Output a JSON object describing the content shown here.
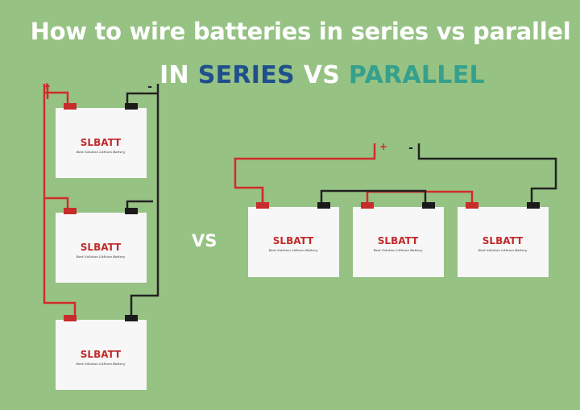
{
  "title": "How to wire batteries in series vs parallel",
  "subtitle": {
    "prefix": "IN",
    "series": "SERIES",
    "vs": "VS",
    "parallel": "PARALLEL"
  },
  "vs_label": "VS",
  "polarity": {
    "positive": "+",
    "negative": "-"
  },
  "battery": {
    "brand": "SLBATT",
    "tagline": "Best Solution Lithium Battery"
  },
  "colors": {
    "background": "#96c283",
    "positive_wire": "#d22b2b",
    "negative_wire": "#222222",
    "battery_body": "#f7f7f7",
    "series_text": "#1f4f8c",
    "parallel_text": "#35a08c"
  }
}
